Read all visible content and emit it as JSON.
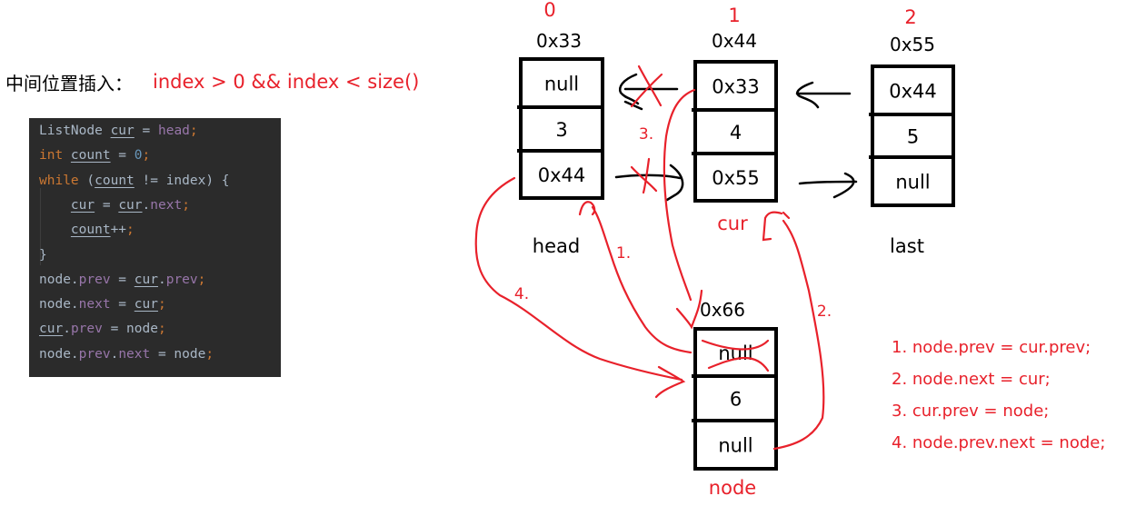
{
  "heading": {
    "title": "中间位置插入：",
    "condition": "index > 0 && index < size()"
  },
  "code": {
    "lines": [
      [
        {
          "t": "ListNode ",
          "c": ""
        },
        {
          "t": "cur",
          "c": "ul"
        },
        {
          "t": " = ",
          "c": ""
        },
        {
          "t": "head",
          "c": "fld"
        },
        {
          "t": ";",
          "c": "kw"
        }
      ],
      [
        {
          "t": "int ",
          "c": "kw"
        },
        {
          "t": "count",
          "c": "ul"
        },
        {
          "t": " = ",
          "c": ""
        },
        {
          "t": "0",
          "c": "num"
        },
        {
          "t": ";",
          "c": "kw"
        }
      ],
      [
        {
          "t": "while ",
          "c": "kw"
        },
        {
          "t": "(",
          "c": ""
        },
        {
          "t": "count",
          "c": "ul"
        },
        {
          "t": " != index) {",
          "c": ""
        }
      ],
      [
        {
          "t": "    ",
          "c": ""
        },
        {
          "t": "cur",
          "c": "ul"
        },
        {
          "t": " = ",
          "c": ""
        },
        {
          "t": "cur",
          "c": "ul"
        },
        {
          "t": ".",
          "c": ""
        },
        {
          "t": "next",
          "c": "fld"
        },
        {
          "t": ";",
          "c": "kw"
        }
      ],
      [
        {
          "t": "    ",
          "c": ""
        },
        {
          "t": "count",
          "c": "ul"
        },
        {
          "t": "++",
          "c": ""
        },
        {
          "t": ";",
          "c": "kw"
        }
      ],
      [
        {
          "t": "}",
          "c": ""
        }
      ],
      [
        {
          "t": "node.",
          "c": ""
        },
        {
          "t": "prev",
          "c": "fld"
        },
        {
          "t": " = ",
          "c": ""
        },
        {
          "t": "cur",
          "c": "ul"
        },
        {
          "t": ".",
          "c": ""
        },
        {
          "t": "prev",
          "c": "fld"
        },
        {
          "t": ";",
          "c": "kw"
        }
      ],
      [
        {
          "t": "node.",
          "c": ""
        },
        {
          "t": "next",
          "c": "fld"
        },
        {
          "t": " = ",
          "c": ""
        },
        {
          "t": "cur",
          "c": "ul"
        },
        {
          "t": ";",
          "c": "kw"
        }
      ],
      [
        {
          "t": "cur",
          "c": "ul"
        },
        {
          "t": ".",
          "c": ""
        },
        {
          "t": "prev",
          "c": "fld"
        },
        {
          "t": " = node",
          "c": ""
        },
        {
          "t": ";",
          "c": "kw"
        }
      ],
      [
        {
          "t": "node.",
          "c": ""
        },
        {
          "t": "prev",
          "c": "fld"
        },
        {
          "t": ".",
          "c": ""
        },
        {
          "t": "next",
          "c": "fld"
        },
        {
          "t": " = node",
          "c": ""
        },
        {
          "t": ";",
          "c": "kw"
        }
      ]
    ]
  },
  "nodes": [
    {
      "id": "head",
      "index": "0",
      "address": "0x33",
      "cells": [
        "null",
        "3",
        "0x44"
      ],
      "label": "head",
      "label_color": "black"
    },
    {
      "id": "cur",
      "index": "1",
      "address": "0x44",
      "cells": [
        "0x33",
        "4",
        "0x55"
      ],
      "label": "cur",
      "label_color": "red"
    },
    {
      "id": "last",
      "index": "2",
      "address": "0x55",
      "cells": [
        "0x44",
        "5",
        "null"
      ],
      "label": "last",
      "label_color": "black"
    },
    {
      "id": "node",
      "index": "",
      "address": "0x66",
      "cells": [
        "null",
        "6",
        "null"
      ],
      "label": "node",
      "label_color": "red"
    }
  ],
  "step_markers": [
    "1.",
    "2.",
    "3.",
    "4."
  ],
  "steps": [
    "1. node.prev = cur.prev;",
    "2. node.next = cur;",
    "3. cur.prev = node;",
    "4. node.prev.next = node;"
  ],
  "colors": {
    "annotation": "#e8212b",
    "ink": "#000000",
    "code_bg": "#2b2b2b"
  }
}
